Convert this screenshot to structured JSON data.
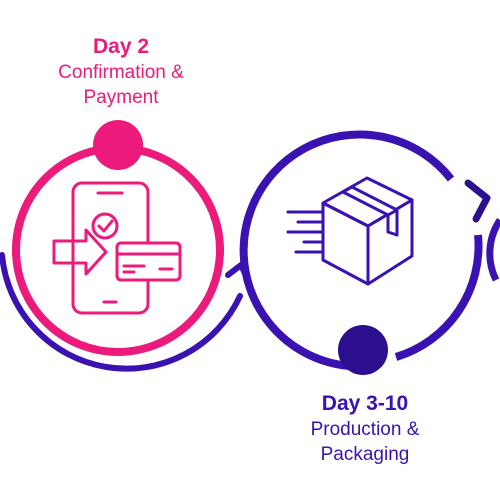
{
  "colors": {
    "pink": "#ec1a7b",
    "navy": "#3a12b2",
    "navy_dark": "#2b0f8f",
    "background": "#ffffff"
  },
  "steps": [
    {
      "day": "Day 2",
      "description_line1": "Confirmation &",
      "description_line2": "Payment",
      "icon": "phone-card-payment-icon",
      "color": "pink"
    },
    {
      "day": "Day 3-10",
      "description_line1": "Production &",
      "description_line2": "Packaging",
      "icon": "package-box-icon",
      "color": "navy"
    }
  ]
}
